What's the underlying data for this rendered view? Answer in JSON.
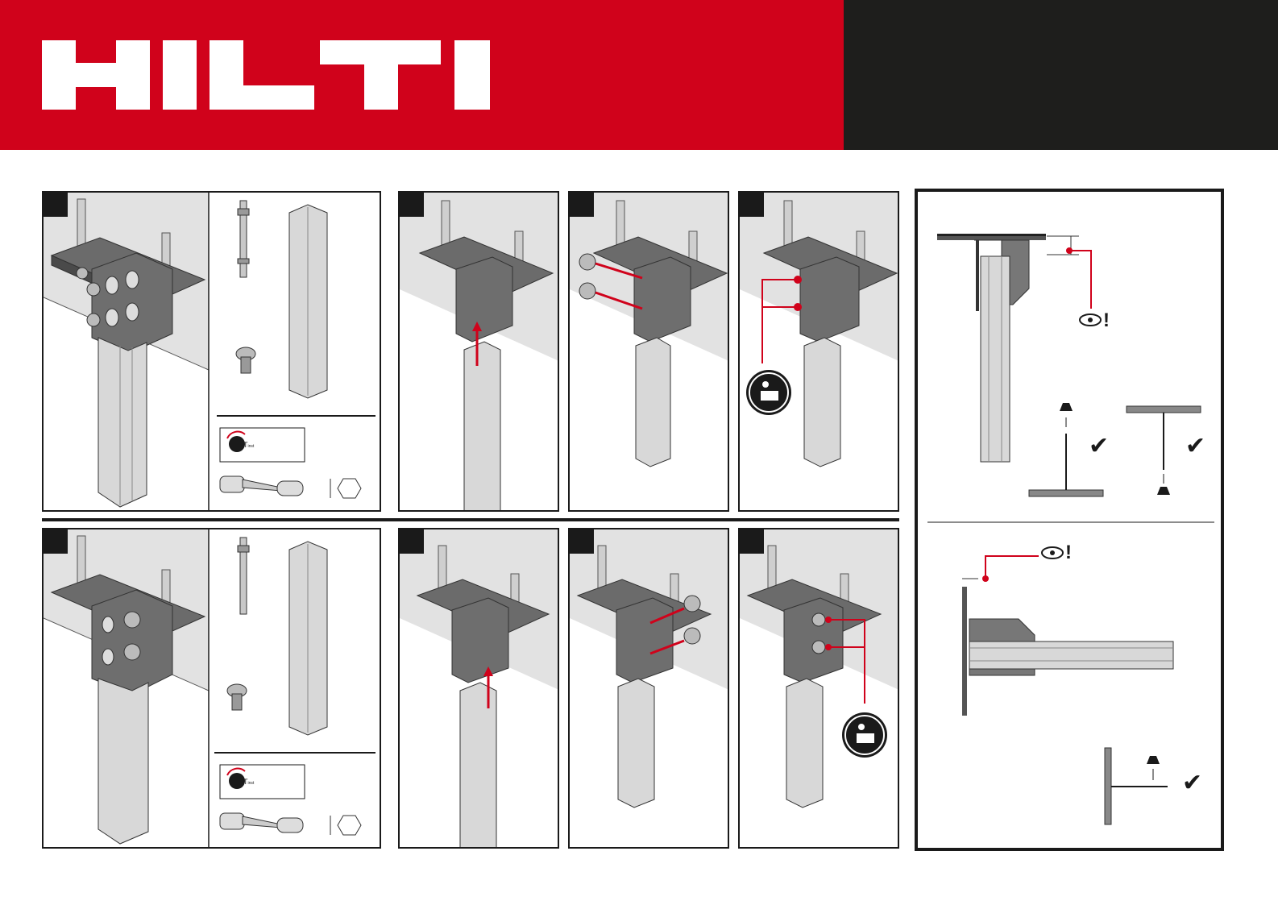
{
  "brand": {
    "name": "HILTI",
    "red": "#d0021b",
    "dark": "#1e1e1c"
  },
  "icons": {
    "tool": "torque-wrench-icon",
    "inspect": "eye-exclamation-icon",
    "manual": "read-manual-icon",
    "ok": "checkmark-icon",
    "load": "weight-icon"
  },
  "tinst": {
    "top": {
      "t": "T",
      "sub": "inst"
    },
    "bottom": {
      "t": "T",
      "sub": "inst"
    }
  },
  "checks": {
    "c1": "✔",
    "c2": "✔",
    "c3": "✔"
  },
  "inspect": {
    "top": "!",
    "bottom": "!"
  }
}
